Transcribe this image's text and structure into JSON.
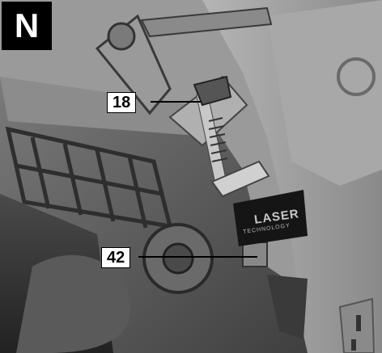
{
  "figure": {
    "panel_letter": "N",
    "callouts": [
      {
        "label": "18"
      },
      {
        "label": "42"
      }
    ],
    "product_text": {
      "main": "LASER",
      "sub": "TECHNOLOGY"
    },
    "colors": {
      "background": "#ffffff",
      "label_bg": "#000000",
      "label_text": "#ffffff"
    }
  }
}
